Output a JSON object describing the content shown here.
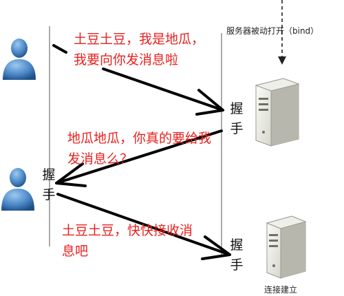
{
  "server_note": "服务器被动打开（bind）",
  "messages": [
    {
      "lines": [
        "土豆土豆，我是地瓜，",
        "我要向你发消息啦"
      ]
    },
    {
      "lines": [
        "地瓜地瓜，你真的要给我",
        "发消息么？"
      ]
    },
    {
      "lines": [
        "土豆土豆，快快接收消",
        "息吧"
      ]
    }
  ],
  "handshake": [
    {
      "chars": [
        "握",
        "手"
      ]
    },
    {
      "chars": [
        "握",
        "手"
      ]
    },
    {
      "chars": [
        "握",
        "手"
      ]
    }
  ],
  "server_caption": "连接建立",
  "icons": {
    "client_top": "user-icon",
    "client_bottom": "user-icon",
    "server_top": "server-icon",
    "server_bottom": "server-icon"
  },
  "colors": {
    "message_text": "#e8211f",
    "arrow": "#000000",
    "user_icon": "#4a86c5"
  }
}
